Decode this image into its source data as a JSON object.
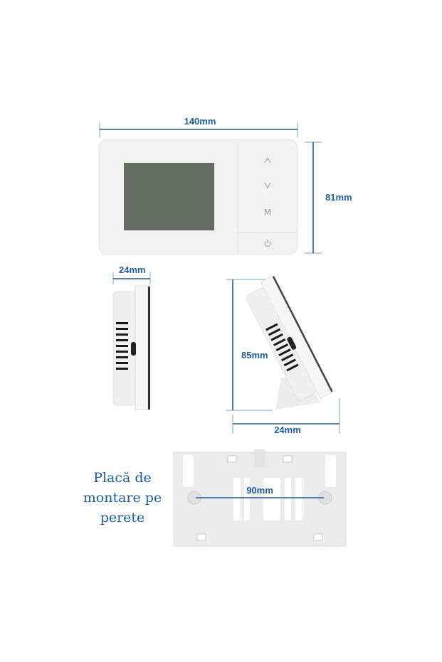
{
  "dimensions": {
    "front_width": "140mm",
    "front_height": "81mm",
    "side_depth": "24mm",
    "stand_height": "85mm",
    "stand_depth": "24mm",
    "mounting_hole_spacing": "90mm"
  },
  "device": {
    "buttons": [
      {
        "label": "^",
        "icon": "chevron-up-icon"
      },
      {
        "label": "v",
        "icon": "chevron-down-icon"
      },
      {
        "label": "M",
        "icon": "mode-icon"
      },
      {
        "label": "",
        "icon": "power-icon"
      }
    ],
    "screen_color": "#646d62"
  },
  "caption": {
    "lines": [
      "Placă de",
      "montare pe",
      "perete"
    ]
  },
  "colors": {
    "dimension": "#1a5fa8",
    "body": "#f2f2f2"
  }
}
